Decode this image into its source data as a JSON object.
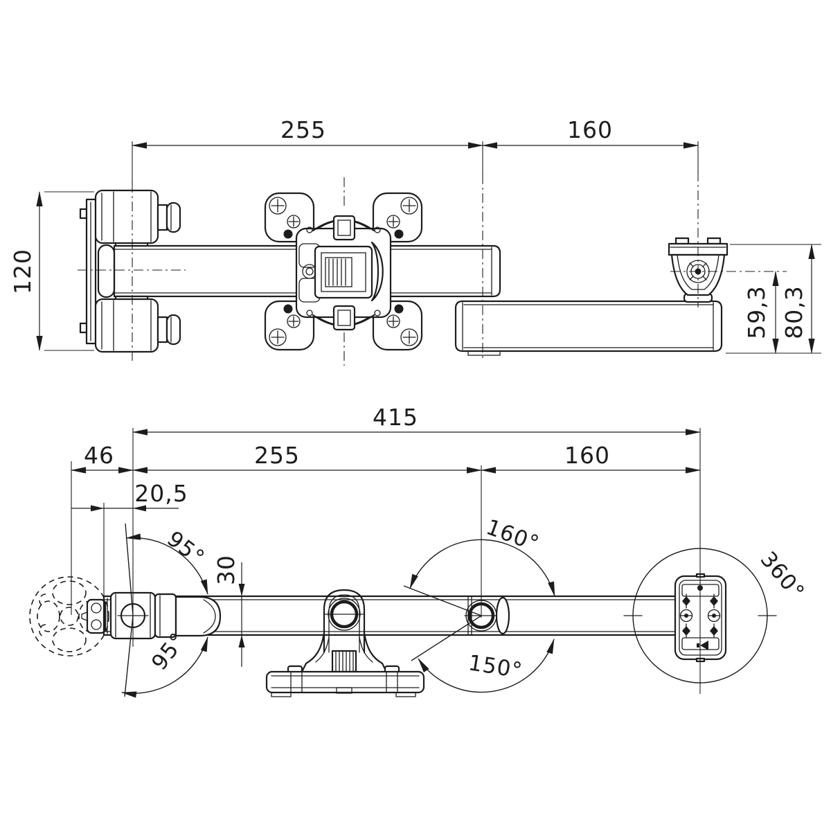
{
  "colors": {
    "line": "#1c1c1c",
    "background": "#ffffff"
  },
  "top_view": {
    "dim_arm1": "255",
    "dim_arm2": "160",
    "dim_clamp_height": "120",
    "dim_pivot_height": "59,3",
    "dim_top_height": "80,3"
  },
  "front_view": {
    "dim_total": "415",
    "dim_clamp_offset": "46",
    "dim_arm1": "255",
    "dim_arm2": "160",
    "dim_edge_offset": "20,5",
    "dim_profile_height": "30",
    "angle_swivel_upper": "95°",
    "angle_swivel_lower": "95°",
    "angle_mid_upper": "160°",
    "angle_mid_lower": "150°",
    "angle_rotation": "360°"
  }
}
